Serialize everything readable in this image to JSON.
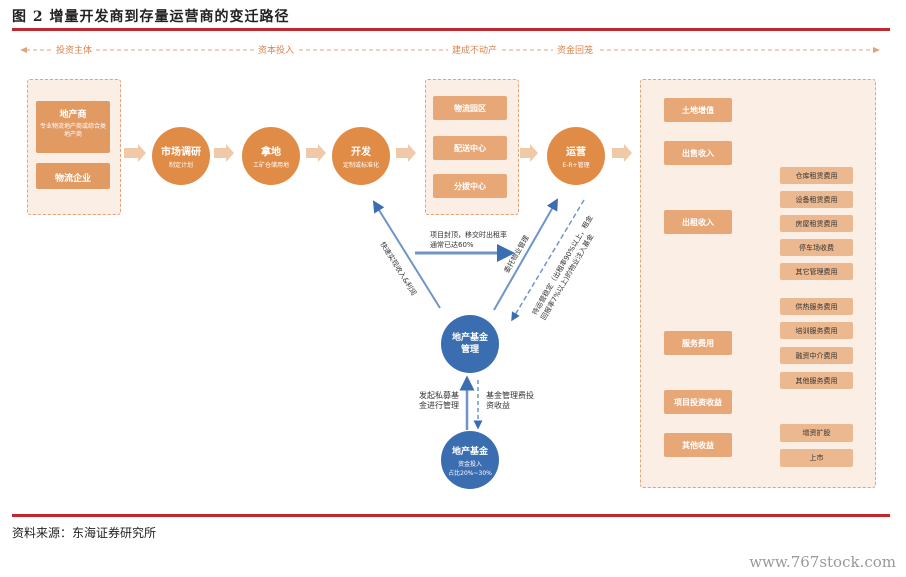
{
  "figure_title": "图 2 增量开发商到存量运营商的变迁路径",
  "phases": [
    "投资主体",
    "资本投入",
    "建成不动产",
    "资金回笼"
  ],
  "investors": {
    "developer": {
      "title": "地产商",
      "sub": "专业物流地产商或综合类地产商"
    },
    "logistics": {
      "title": "物流企业"
    }
  },
  "steps": [
    {
      "title": "市场调研",
      "sub": "制定计划"
    },
    {
      "title": "拿地",
      "sub": "工矿仓储用地"
    },
    {
      "title": "开发",
      "sub": "定制或标准化"
    },
    {
      "title": "运营",
      "sub": "E-R+管理"
    }
  ],
  "assets": [
    "物流园区",
    "配送中心",
    "分拨中心"
  ],
  "flows": {
    "cap_rate": "项目封顶，移交时出租率通常已达60%",
    "entrust": "委托物业管理",
    "sell_realize": "快速实现收入&利润",
    "stable_sell": "待运营稳定（出租率90%以上，租金回报率7%以上)的物业注入基金",
    "initiate": "发起私募基金进行管理",
    "fee": "基金管理费投资收益"
  },
  "fund_manage": {
    "title": "地产基金管理"
  },
  "fund": {
    "title": "地产基金",
    "sub": "资金投入",
    "sub2": "占比20%~30%"
  },
  "returns": {
    "land": "土地增值",
    "sale": "出售收入",
    "rent": "出租收入",
    "rent_items": [
      "仓库租赁费用",
      "设备租赁费用",
      "房屋租赁费用",
      "停车场收费",
      "其它管理费用"
    ],
    "service": "服务费用",
    "service_items": [
      "供热服务费用",
      "培训服务费用",
      "融资中介费用",
      "其他服务费用"
    ],
    "project": "项目投资收益",
    "other": "其他收益",
    "other_items": [
      "增资扩股",
      "上市"
    ]
  },
  "source": "资料来源：东海证券研究所",
  "watermark": "www.767stock.com",
  "colors": {
    "accent_red": "#c0282d",
    "orange": "#e08b46",
    "blue": "#3b6db1"
  }
}
